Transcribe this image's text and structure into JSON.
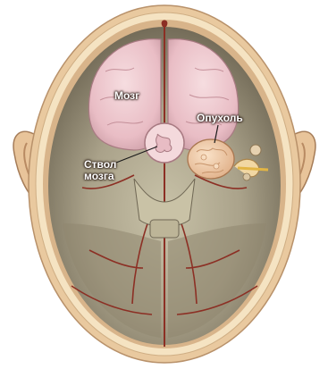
{
  "figure": {
    "labels": {
      "brain": "Мозг",
      "tumor": "Опухоль",
      "brainstem_line1": "Ствол",
      "brainstem_line2": "мозга"
    },
    "colors": {
      "skin": "#e7c9a0",
      "bone": "#f4e1bf",
      "dura": "#d8b78d",
      "brain_tissue": "#f0c9cf",
      "skull_base": "#9f9880",
      "tumor": "#efc8a3",
      "vessel": "#8c2f24",
      "label_text": "#ffffff"
    }
  }
}
